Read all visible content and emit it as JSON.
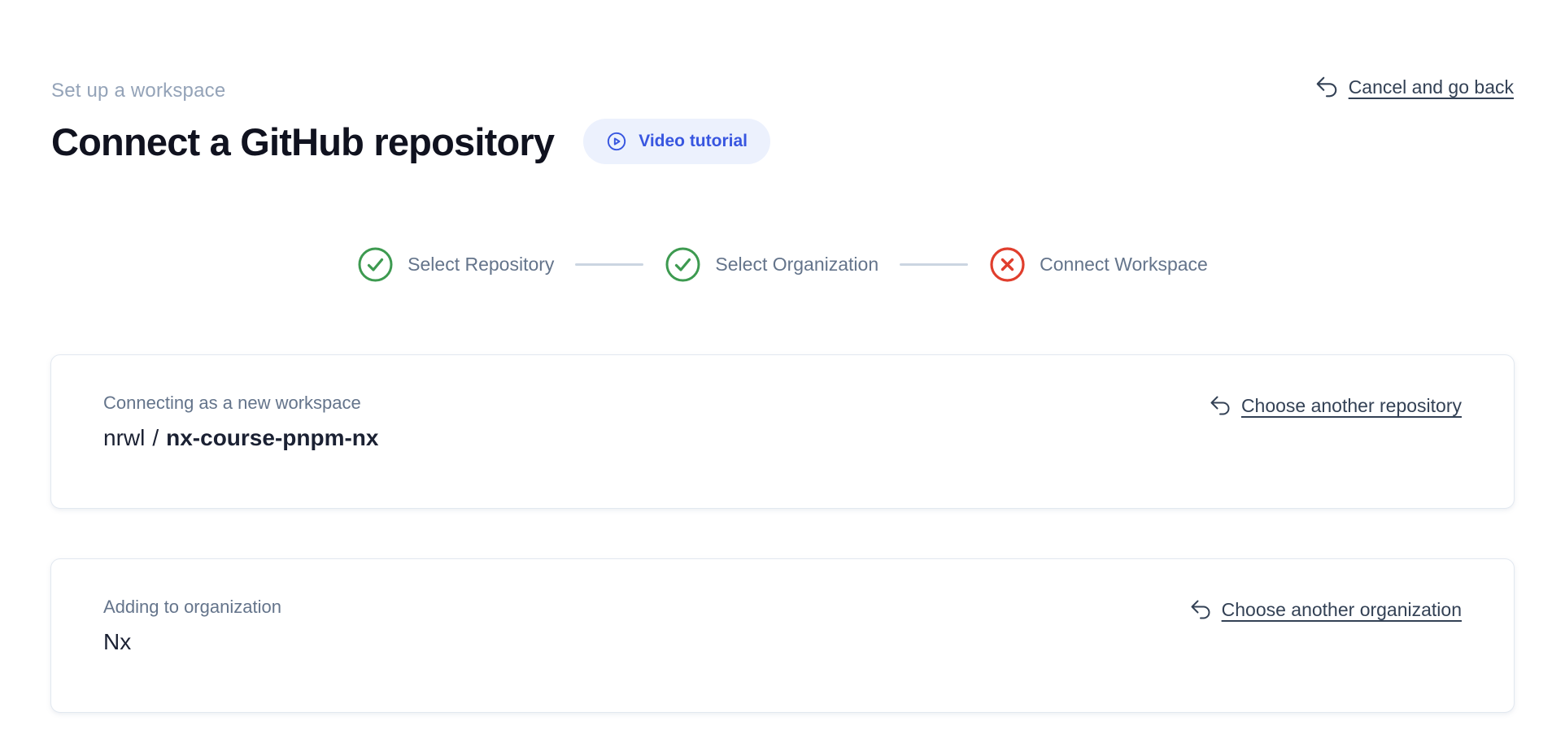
{
  "header": {
    "eyebrow": "Set up a workspace",
    "title": "Connect a GitHub repository",
    "video_tutorial_label": "Video tutorial",
    "cancel_label": "Cancel and go back"
  },
  "stepper": {
    "steps": [
      {
        "label": "Select Repository",
        "status": "complete"
      },
      {
        "label": "Select Organization",
        "status": "complete"
      },
      {
        "label": "Connect Workspace",
        "status": "error"
      }
    ]
  },
  "repository_card": {
    "label": "Connecting as a new workspace",
    "owner": "nrwl",
    "separator": "/",
    "repo_name": "nx-course-pnpm-nx",
    "action_label": "Choose another repository"
  },
  "organization_card": {
    "label": "Adding to organization",
    "value": "Nx",
    "action_label": "Choose another organization"
  },
  "colors": {
    "accent_blue": "#3856e0",
    "badge_background": "#ecf1fd",
    "success_green": "#3d9a50",
    "error_red": "#e03e2d",
    "link_text": "#334155",
    "muted_text": "#64748b",
    "heading_text": "#10121f",
    "card_border": "#e2e8f0",
    "connector_gray": "#cbd5e1"
  }
}
